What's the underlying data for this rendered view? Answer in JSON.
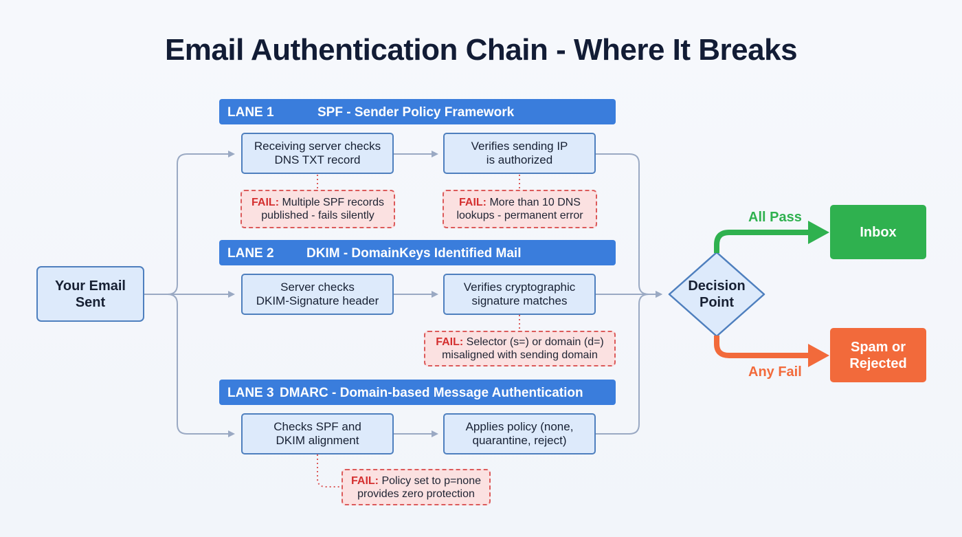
{
  "title": "Email Authentication Chain - Where It Breaks",
  "start": {
    "label": "Your Email\nSent"
  },
  "lanes": [
    {
      "number": "LANE 1",
      "name": "SPF - Sender Policy Framework",
      "steps": [
        "Receiving server checks\nDNS TXT record",
        "Verifies sending IP\nis authorized"
      ],
      "failures": [
        {
          "label": "FAIL:",
          "text": " Multiple SPF records published - fails silently"
        },
        {
          "label": "FAIL:",
          "text": " More than 10 DNS lookups - permanent error"
        }
      ]
    },
    {
      "number": "LANE 2",
      "name": "DKIM - DomainKeys Identified Mail",
      "steps": [
        "Server checks\nDKIM-Signature header",
        "Verifies cryptographic\nsignature matches"
      ],
      "failures": [
        {
          "label": "FAIL:",
          "text": " Selector (s=) or domain (d=) misaligned with sending domain"
        }
      ]
    },
    {
      "number": "LANE 3",
      "name": "DMARC - Domain-based Message Authentication",
      "steps": [
        "Checks SPF and\nDKIM alignment",
        "Applies policy (none,\nquarantine, reject)"
      ],
      "failures": [
        {
          "label": "FAIL:",
          "text": " Policy set to p=none provides zero protection"
        }
      ]
    }
  ],
  "decision": {
    "label": "Decision\nPoint"
  },
  "outcomes": {
    "pass": {
      "branch_label": "All Pass",
      "label": "Inbox"
    },
    "fail": {
      "branch_label": "Any Fail",
      "label": "Spam or\nRejected"
    }
  },
  "colors": {
    "lane_header": "#3a7ddc",
    "step_fill": "#ddeafb",
    "step_border": "#4e7fbe",
    "connector": "#9aa9c3",
    "fail_fill": "#fbe1e1",
    "fail_border": "#dc5a5a",
    "fail_label": "#d42f2f",
    "pass_green": "#2fb14f",
    "fail_orange": "#f26a3b"
  }
}
